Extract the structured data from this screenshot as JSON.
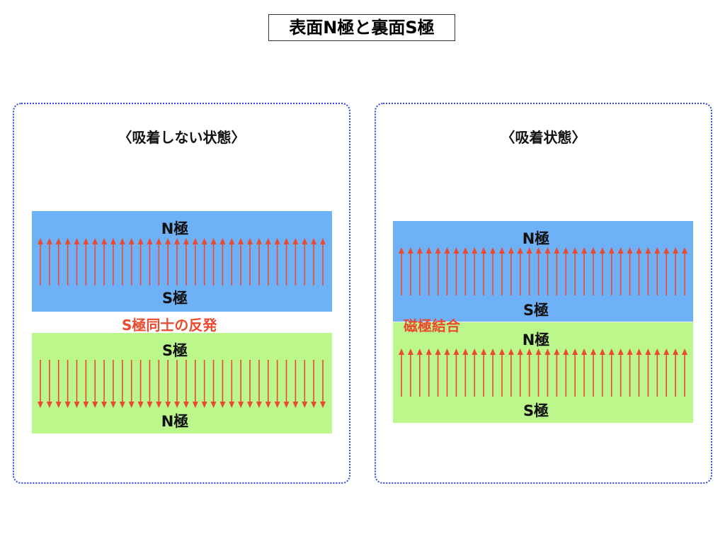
{
  "title": "表面N極と裏面S極",
  "left_panel": {
    "heading": "〈吸着しない状態〉",
    "upper_magnet": {
      "top_label": "N極",
      "bottom_label": "S極",
      "arrow_direction": "up",
      "arrow_count": 32
    },
    "lower_magnet": {
      "top_label": "S極",
      "bottom_label": "N極",
      "arrow_direction": "down",
      "arrow_count": 32
    },
    "annotation": "S極同士の反発"
  },
  "right_panel": {
    "heading": "〈吸着状態〉",
    "upper_magnet": {
      "top_label": "N極",
      "bottom_label": "S極",
      "arrow_direction": "up",
      "arrow_count": 32
    },
    "lower_magnet": {
      "top_label": "N極",
      "bottom_label": "S極",
      "arrow_direction": "up",
      "arrow_count": 32
    },
    "annotation": "磁極結合"
  },
  "colors": {
    "blue": "#6fb1f7",
    "green": "#bbf78a",
    "arrow": "#ea4a2f",
    "border": "#3344ee"
  }
}
